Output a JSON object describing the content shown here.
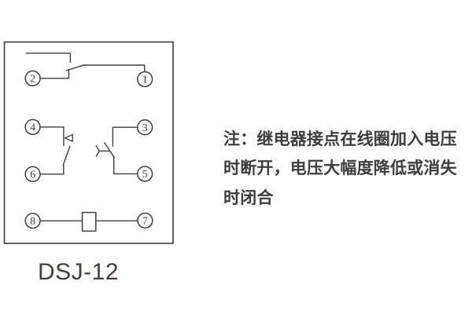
{
  "model_label": "DSJ-12",
  "note": {
    "lines": [
      "注：继电器接点在线圈加入电压",
      "时断开，电压大幅度降低或消失",
      "时闭合"
    ]
  },
  "terminals": [
    "2",
    "1",
    "4",
    "3",
    "6",
    "5",
    "8",
    "7"
  ],
  "colors": {
    "line": "#3e3e3e",
    "note_text": "#3d3d3d",
    "model_label": "#4b3a38",
    "background": "#ffffff"
  }
}
